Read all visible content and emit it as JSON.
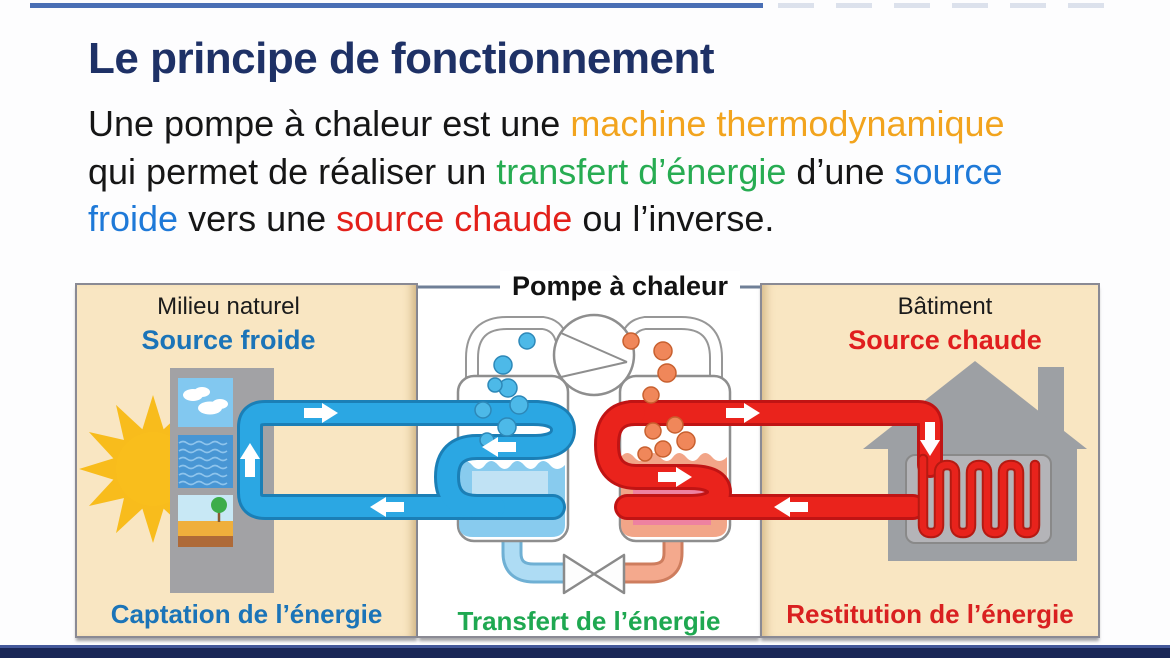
{
  "slide": {
    "title": "Le principe de fonctionnement",
    "intro": {
      "line1": [
        {
          "t": "Une pompe à chaleur est une ",
          "c": "black"
        },
        {
          "t": "machine thermodynamique",
          "c": "orange"
        }
      ],
      "line2": [
        {
          "t": "qui permet de réaliser un ",
          "c": "black"
        },
        {
          "t": "transfert d’énergie",
          "c": "green"
        },
        {
          "t": " d’une ",
          "c": "black"
        },
        {
          "t": "source",
          "c": "blue"
        }
      ],
      "line3": [
        {
          "t": "froide",
          "c": "blue"
        },
        {
          "t": " vers une ",
          "c": "black"
        },
        {
          "t": "source chaude",
          "c": "red"
        },
        {
          "t": " ou l’inverse.",
          "c": "black"
        }
      ]
    },
    "diagram": {
      "left_panel": {
        "title": "Milieu naturel",
        "subtitle": "Source froide",
        "footer": "Captation de l’énergie"
      },
      "middle_panel": {
        "title": "Pompe à chaleur",
        "footer": "Transfert de l’énergie"
      },
      "right_panel": {
        "title": "Bâtiment",
        "subtitle": "Source chaude",
        "footer": "Restitution de l’énergie"
      }
    },
    "colors": {
      "title_navy": "#1E3166",
      "accent_orange": "#F2A41E",
      "accent_green": "#27AC52",
      "accent_blue": "#1E79D8",
      "accent_red": "#E3201A",
      "label_blue": "#1B74B8",
      "label_green": "#1FA851",
      "label_red": "#D92020",
      "panel_beige": "#F9E6C2",
      "cold_pipe_blue": "#2BA7E3",
      "hot_pipe_red": "#EA231C",
      "bottom_bar_navy": "#1A2757"
    },
    "icons": {
      "sun": "sun-icon",
      "compressor": "compressor-icon",
      "expansion_valve": "expansion-valve-icon",
      "house": "house-icon",
      "radiator": "radiator-icon",
      "flow_arrow": "flow-arrow-icon"
    }
  }
}
